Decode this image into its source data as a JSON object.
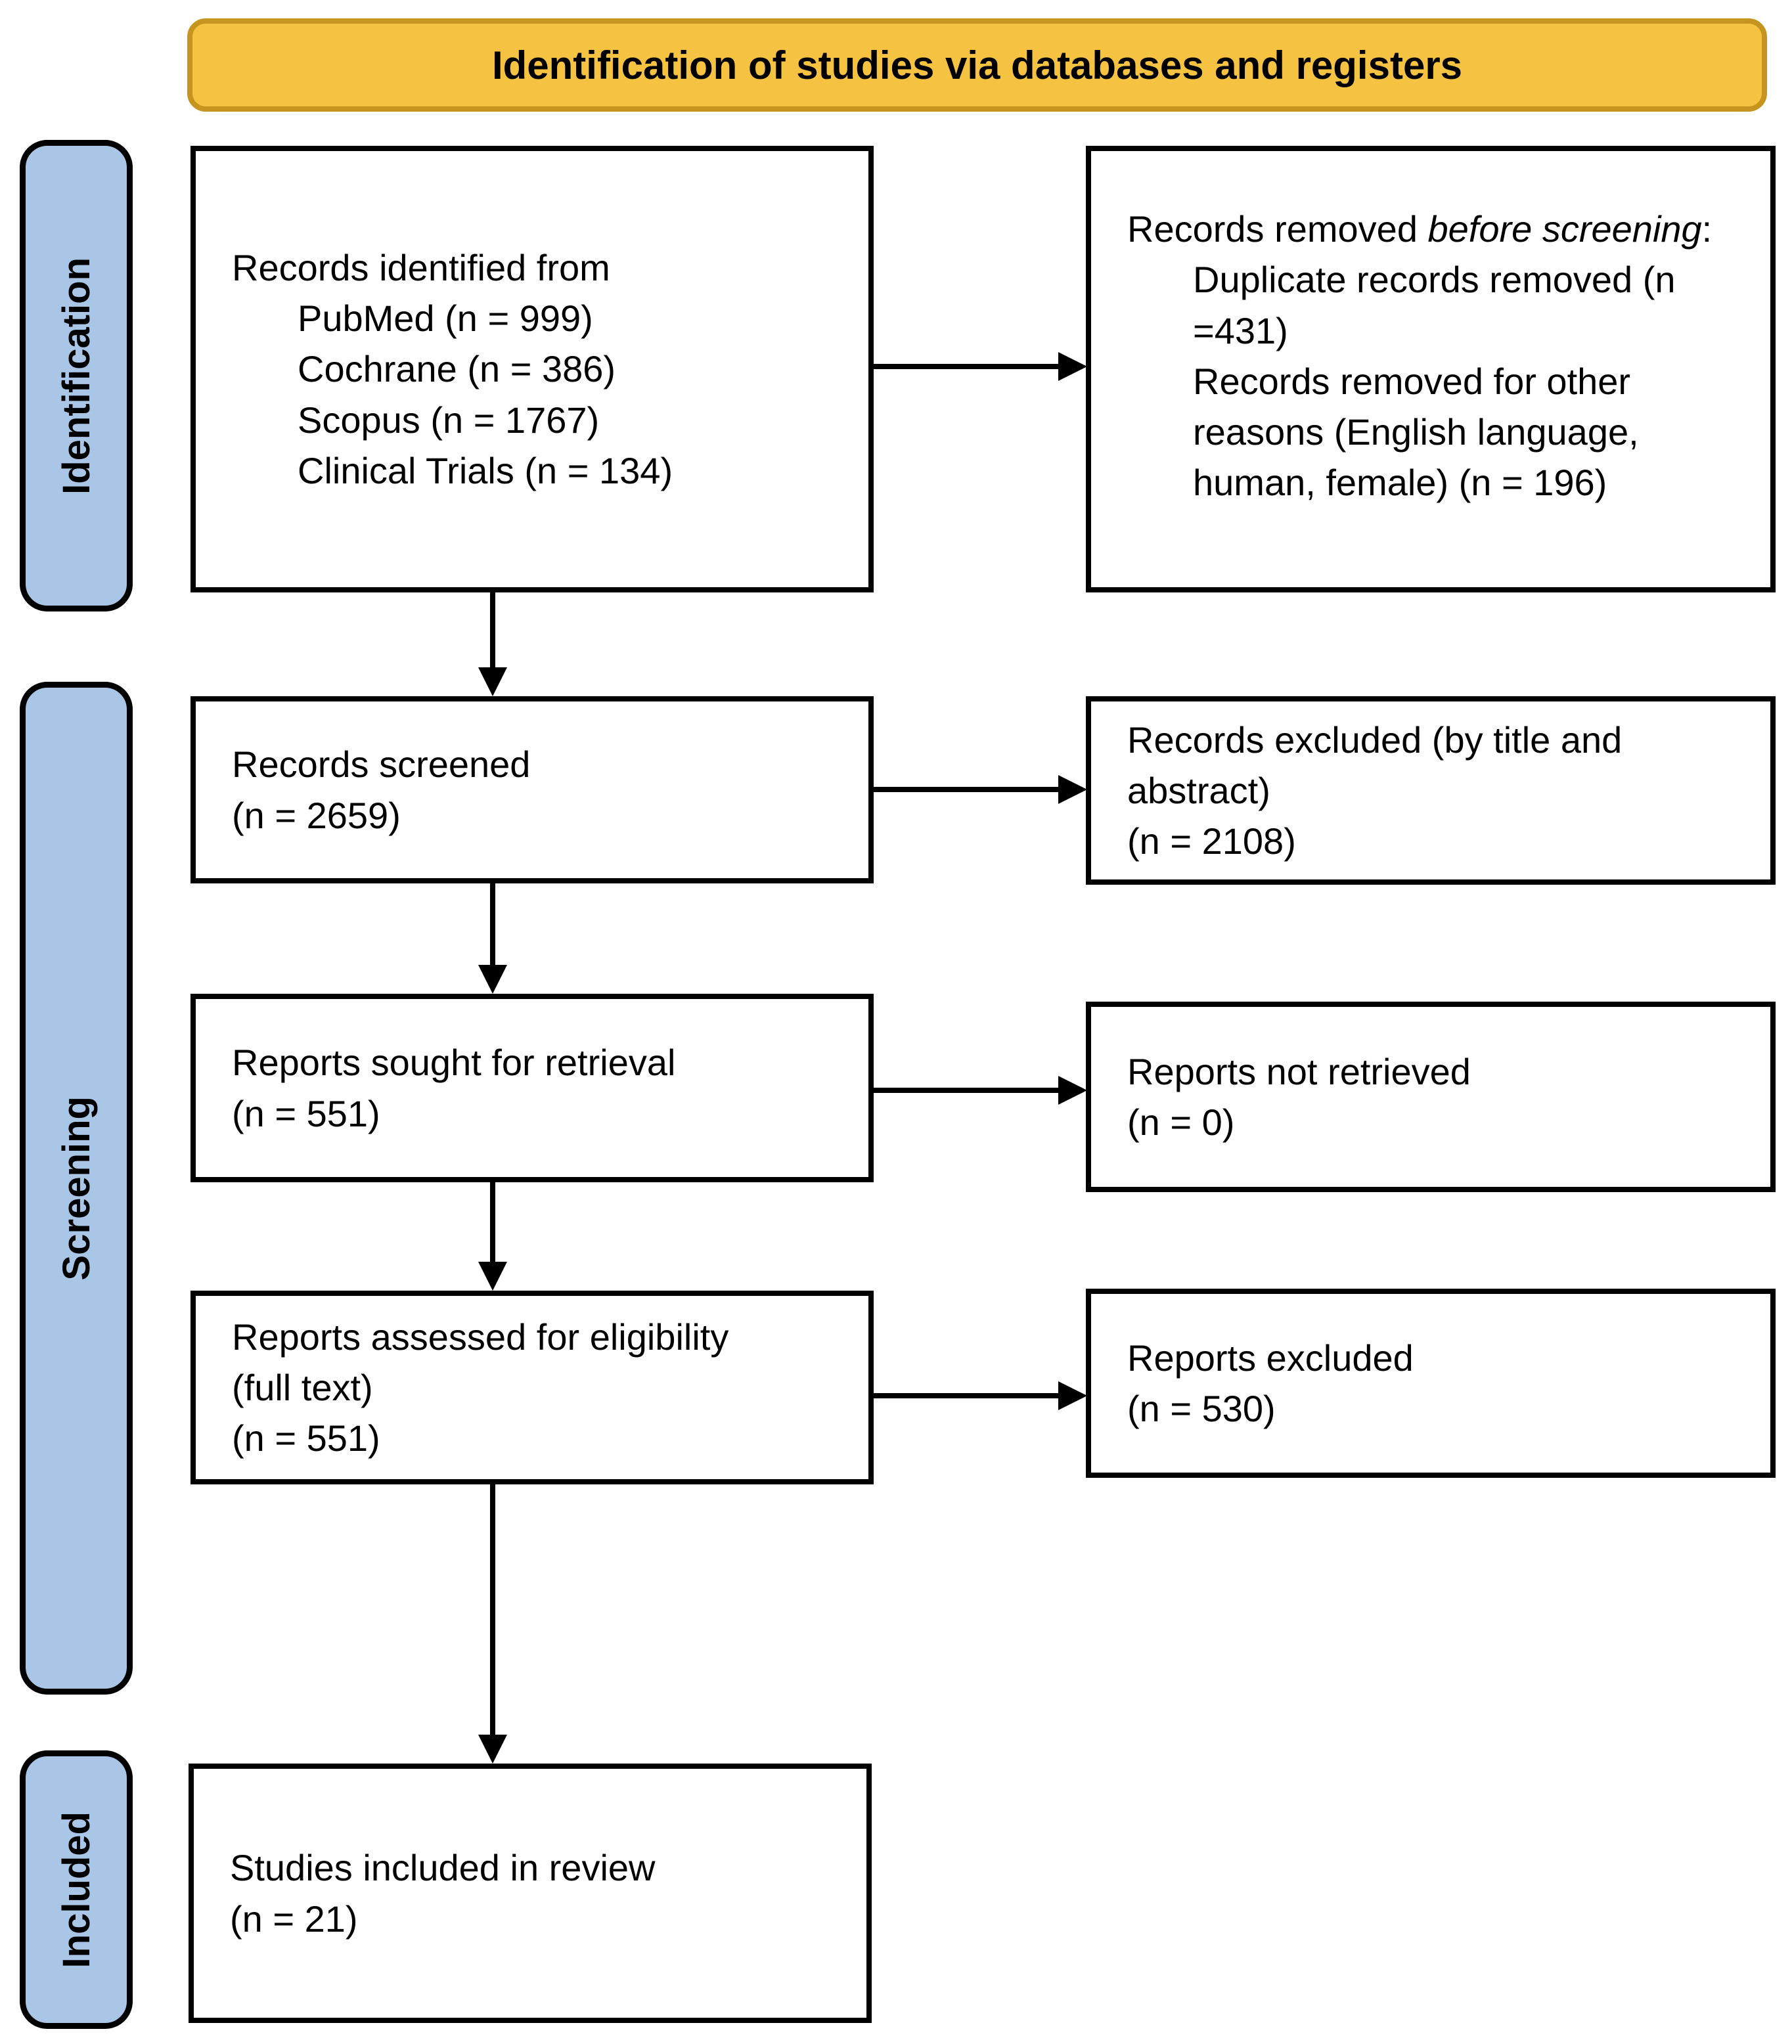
{
  "banner": {
    "title": "Identification of studies via databases and registers"
  },
  "stages": {
    "identification": "Identification",
    "screening": "Screening",
    "included": "Included"
  },
  "boxes": {
    "records_identified": {
      "heading": "Records identified from",
      "items": [
        "PubMed (n = 999)",
        "Cochrane (n = 386)",
        "Scopus (n = 1767)",
        "Clinical Trials (n = 134)"
      ]
    },
    "records_removed": {
      "heading_prefix": "Records removed ",
      "heading_italic": "before screening",
      "heading_suffix": ":",
      "items": [
        "Duplicate records removed (n =431)",
        "Records removed for other reasons (English language, human, female) (n = 196)"
      ]
    },
    "records_screened": {
      "line1": "Records screened",
      "line2": "(n = 2659)"
    },
    "records_excluded": {
      "line1": "Records excluded (by title and abstract)",
      "line2": "(n = 2108)"
    },
    "reports_sought": {
      "line1": "Reports sought for retrieval",
      "line2": "(n = 551)"
    },
    "reports_not_retrieved": {
      "line1": "Reports not retrieved",
      "line2": "(n = 0)"
    },
    "reports_assessed": {
      "line1": "Reports assessed for eligibility",
      "line2": "(full text)",
      "line3": "(n = 551)"
    },
    "reports_excluded": {
      "line1": "Reports excluded",
      "line2": "(n = 530)"
    },
    "studies_included": {
      "line1": "Studies included in review",
      "line2": "(n = 21)"
    }
  },
  "colors": {
    "banner_fill": "#F5C242",
    "banner_border": "#C6951F",
    "stage_fill": "#A9C6E7",
    "box_fill": "#FFFFFF",
    "box_border": "#000000",
    "text": "#000000"
  }
}
